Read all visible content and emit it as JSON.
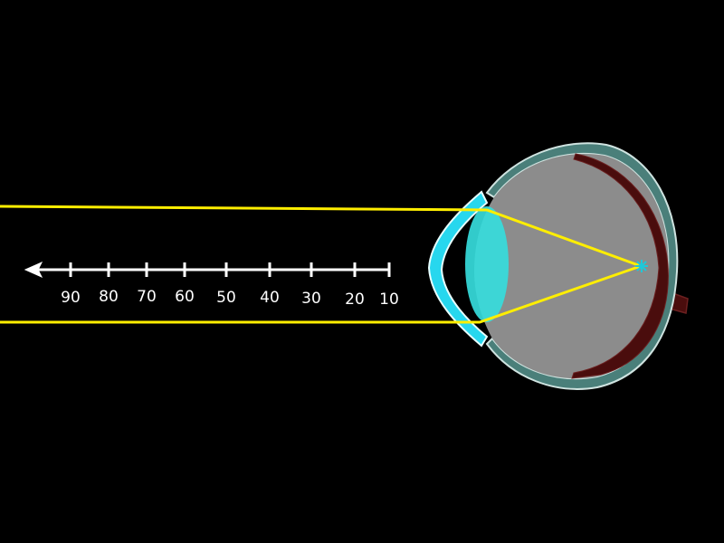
{
  "diagram": {
    "colors": {
      "background": "#000000",
      "light_ray": "#ffee00",
      "sclera": "#4a7f7a",
      "sclera_outline": "#cfe3e0",
      "vitreous": "#8c8c8c",
      "cornea": "#27d7ee",
      "lens": "#36dcdc",
      "choroid": "#4a0d0d",
      "scale": "#ffffff",
      "focal_point": "#1fc8d8"
    },
    "scale": {
      "tick_labels": [
        "90",
        "80",
        "70",
        "60",
        "50",
        "40",
        "30",
        "20",
        "10"
      ],
      "arrow_direction": "left"
    },
    "icons": {
      "arrow": "arrow-left-icon",
      "focal_point": "star-icon"
    }
  }
}
